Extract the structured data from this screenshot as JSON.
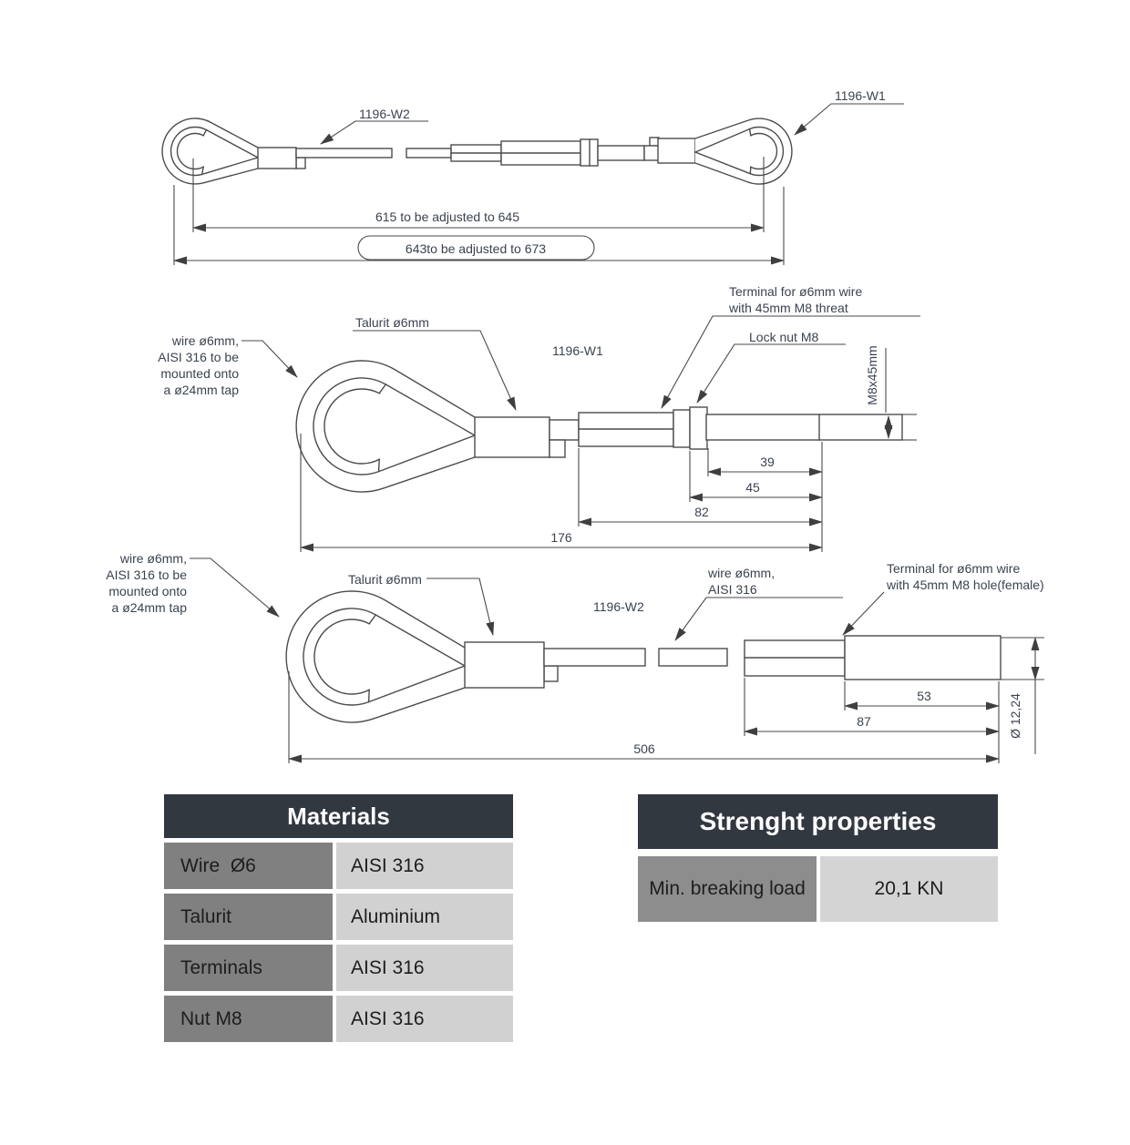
{
  "top_view": {
    "label_w2": "1196-W2",
    "label_w1": "1196-W1",
    "dim_length": "615 to be adjusted to 645",
    "dim_length_outer": "643to be adjusted to 673"
  },
  "middle_view": {
    "part_no": "1196-W1",
    "wire_note_lines": [
      "wire ø6mm,",
      "AISI 316 to be",
      "mounted onto",
      "a ø24mm tap"
    ],
    "talurit_label": "Talurit ø6mm",
    "terminal_label_lines": [
      "Terminal for ø6mm wire",
      "with 45mm M8 threat"
    ],
    "lock_nut_label": "Lock nut M8",
    "thread_dim": "M8x45mm",
    "dim_39": "39",
    "dim_45": "45",
    "dim_82": "82",
    "dim_176": "176"
  },
  "bottom_view": {
    "part_no": "1196-W2",
    "wire_note_lines": [
      "wire ø6mm,",
      "AISI 316 to be",
      "mounted onto",
      "a ø24mm tap"
    ],
    "talurit_label": "Talurit ø6mm",
    "wire_label_lines": [
      "wire ø6mm,",
      "AISI 316"
    ],
    "terminal_label_lines": [
      "Terminal for ø6mm wire",
      "with 45mm M8 hole(female)"
    ],
    "diameter_dim": "Ø 12,24",
    "dim_53": "53",
    "dim_87": "87",
    "dim_506": "506"
  },
  "materials_table": {
    "title": "Materials",
    "rows": [
      {
        "name": "Wire  Ø6",
        "value": "AISI 316"
      },
      {
        "name": "Talurit",
        "value": "Aluminium"
      },
      {
        "name": "Terminals",
        "value": "AISI 316"
      },
      {
        "name": "Nut M8",
        "value": "AISI 316"
      }
    ]
  },
  "strength_table": {
    "title": "Strenght properties",
    "rows": [
      {
        "name": "Min. breaking load",
        "value": "20,1 KN"
      }
    ]
  },
  "colors": {
    "line": "#4c4c4c",
    "text": "#3a434f",
    "table_header_bg": "#323840",
    "table_left_cell_bg": "#808080",
    "table_right_cell_bg": "#d1d1d1"
  }
}
